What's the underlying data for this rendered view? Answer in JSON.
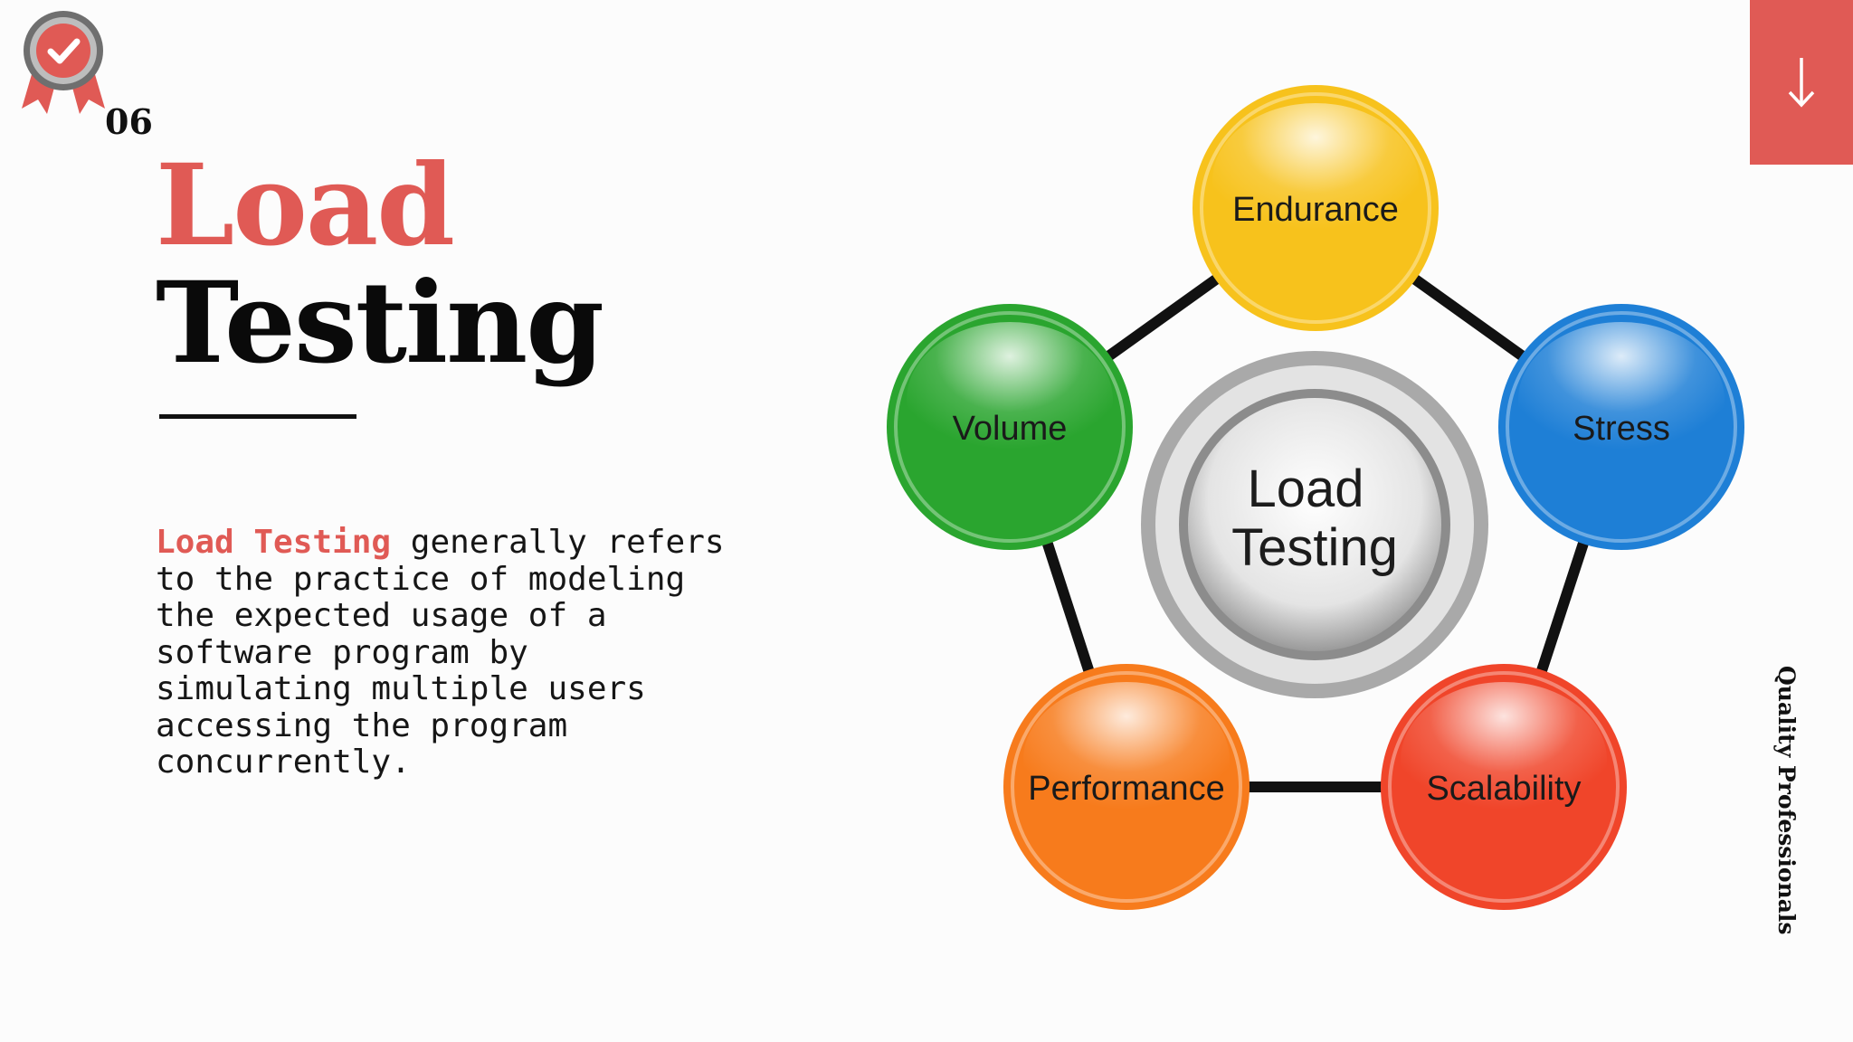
{
  "slide": {
    "number": "06",
    "title_line1": "Load",
    "title_line2": "Testing",
    "description_highlight": "Load Testing",
    "description_rest": " generally refers to the practice of modeling the expected usage of a software program by simulating multiple users accessing the program concurrently."
  },
  "diagram": {
    "center_line1": "Load",
    "center_line2": "Testing",
    "nodes": [
      {
        "label": "Endurance",
        "color": "#f7c21c"
      },
      {
        "label": "Stress",
        "color": "#1e7fd6"
      },
      {
        "label": "Scalability",
        "color": "#f0452a"
      },
      {
        "label": "Performance",
        "color": "#f77b1c"
      },
      {
        "label": "Volume",
        "color": "#2aa52f"
      }
    ]
  },
  "brand": {
    "name": "Quality Professionals"
  },
  "theme": {
    "accent": "#e05a55"
  },
  "icons": {
    "badge": "award-ribbon-check-icon",
    "scroll": "arrow-down-icon"
  }
}
